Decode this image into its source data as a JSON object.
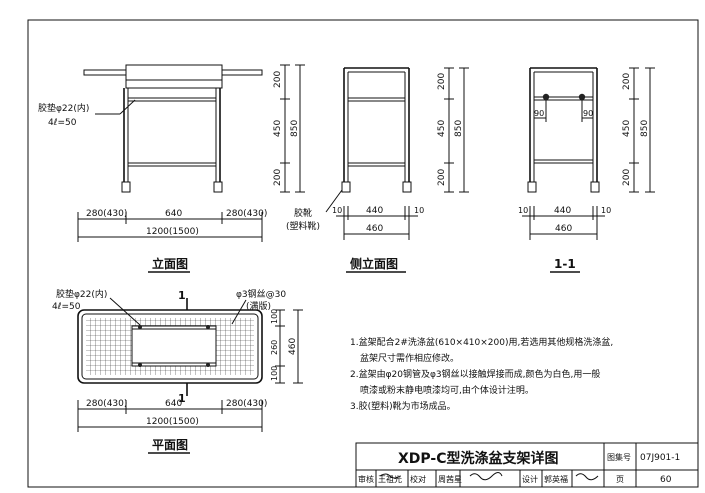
{
  "elevation": {
    "title": "立面图",
    "gasket_label": "胶垫φ22(内)",
    "gasket_sub": "4ℓ=50",
    "dims_horizontal": [
      "280(430)",
      "640",
      "280(430)"
    ],
    "dim_total": "1200(1500)",
    "dims_vertical": [
      "200",
      "450",
      "200"
    ],
    "dim_height": "850"
  },
  "side_elevation": {
    "title": "侧立面图",
    "shoe_label": "胶靴",
    "shoe_sub": "(塑料靴)",
    "dims_vertical": [
      "200",
      "450",
      "200"
    ],
    "dim_height": "850",
    "dims_horizontal": [
      "10",
      "440",
      "10"
    ],
    "dim_total": "460"
  },
  "section": {
    "title": "1-1",
    "dims_inner": [
      "90",
      "90"
    ],
    "dims_vertical": [
      "200",
      "450",
      "200"
    ],
    "dim_height": "850",
    "dims_horizontal": [
      "10",
      "440",
      "10"
    ],
    "dim_total": "460"
  },
  "plan": {
    "title": "平面图",
    "section_mark": "1",
    "gasket_label": "胶垫φ22(内)",
    "gasket_sub": "4ℓ=50",
    "wire_label": "φ3钢丝@30",
    "wire_sub": "(满版)",
    "dims_vertical": [
      "100",
      "260",
      "100"
    ],
    "dim_total_v": "460",
    "dims_horizontal": [
      "280(430)",
      "640",
      "280(430)"
    ],
    "dim_total": "1200(1500)"
  },
  "notes": [
    "1.盆架配合2#洗涤盆(610×410×200)用,若选用其他规格洗涤盆,",
    "盆架尺寸需作相应修改。",
    "2.盆架由φ20钢管及φ3钢丝以接触焊接而成,颜色为白色,用一般",
    "喷漆或粉末静电喷漆均可,由个体设计注明。",
    "3.胶(塑料)靴为市场成品。"
  ],
  "title_block": {
    "title": "XDP-C型洗涤盆支架详图",
    "atlas_label": "图集号",
    "atlas_no": "07J901-1",
    "page_label": "页",
    "page_no": "60",
    "review": "审核",
    "reviewer": "王祖光",
    "check": "校对",
    "checker": "周茜星",
    "design": "设计",
    "designer": "郭英福"
  }
}
